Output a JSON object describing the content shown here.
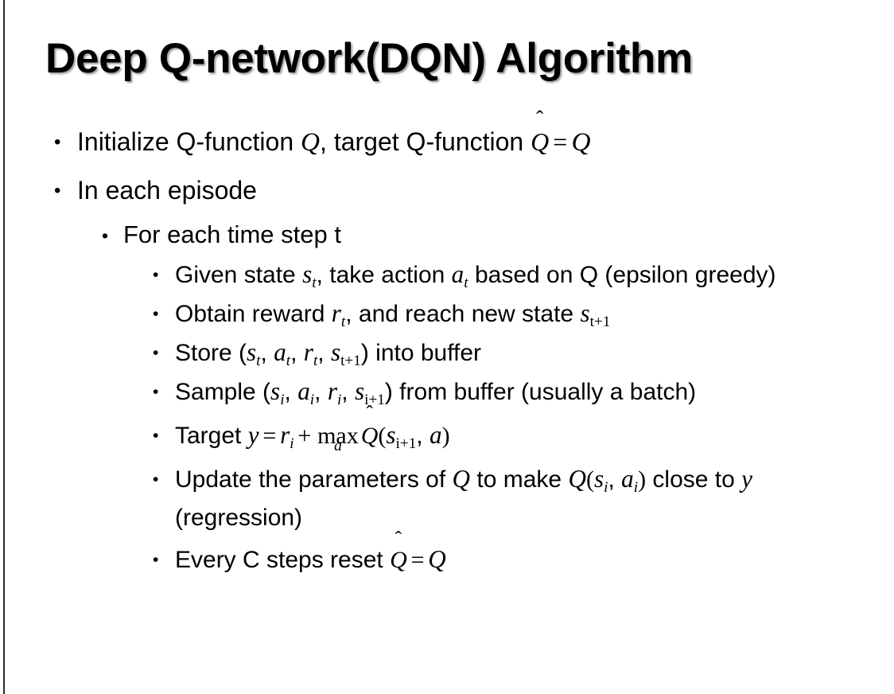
{
  "slide": {
    "title": "Deep Q-network(DQN) Algorithm",
    "background_color": "#ffffff",
    "text_color": "#000000",
    "left_rule_color": "#2b2b2b",
    "bullet_glyph": "•"
  },
  "content": {
    "b1_text_a": "Initialize Q-function ",
    "b1_math_Q1": "Q",
    "b1_text_b": ", target Q-function ",
    "b1_math_Qhat": "Q",
    "b1_hat": "̂",
    "b1_eq": "=",
    "b1_math_Q2": "Q",
    "b2_text": "In each episode",
    "b3_text": "For each time step t",
    "b4_text_a": "Given state ",
    "b4_math_s": "s",
    "b4_sub_s": "t",
    "b4_text_b": ", take action ",
    "b4_math_a": "a",
    "b4_sub_a": "t",
    "b4_text_c": " based on Q (epsilon greedy)",
    "b5_text_a": "Obtain reward ",
    "b5_math_r": "r",
    "b5_sub_r": "t",
    "b5_text_b": ", and reach new state ",
    "b5_math_s": "s",
    "b5_sub_s": "t+1",
    "b6_text_a": "Store (",
    "b6_m1": "s",
    "b6_s1": "t",
    "b6_c1": ", ",
    "b6_m2": "a",
    "b6_s2": "t",
    "b6_c2": ", ",
    "b6_m3": "r",
    "b6_s3": "t",
    "b6_c3": ", ",
    "b6_m4": "s",
    "b6_s4": "t+1",
    "b6_text_b": ") into buffer",
    "b7_text_a": "Sample (",
    "b7_m1": "s",
    "b7_s1": "i",
    "b7_c1": ", ",
    "b7_m2": "a",
    "b7_s2": "i",
    "b7_c2": ", ",
    "b7_m3": "r",
    "b7_s3": "i",
    "b7_c3": ", ",
    "b7_m4": "s",
    "b7_s4": "i+1",
    "b7_text_b": ") from buffer (usually a batch)",
    "b8_text_a": "Target ",
    "b8_y": "y",
    "b8_eq": "=",
    "b8_r": "r",
    "b8_r_sub": "i",
    "b8_plus": "+",
    "b8_max": "max",
    "b8_max_sub": "a",
    "b8_Qhat": "Q",
    "b8_hat": "̂",
    "b8_open": "(",
    "b8_s": "s",
    "b8_s_sub": "i+1",
    "b8_comma": ", ",
    "b8_a": "a",
    "b8_close": ")",
    "b9_text_a": "Update the parameters of ",
    "b9_Q1": "Q",
    "b9_text_b": " to make ",
    "b9_Q2": "Q",
    "b9_open": "(",
    "b9_s": "s",
    "b9_s_sub": "i",
    "b9_comma": ", ",
    "b9_a": "a",
    "b9_a_sub": "i",
    "b9_close": ")",
    "b9_text_c": " close to ",
    "b9_y": "y",
    "b9_text_d": " (regression)",
    "b10_text_a": "Every C steps reset ",
    "b10_Qhat": "Q",
    "b10_hat": "̂",
    "b10_eq": "=",
    "b10_Q": "Q"
  }
}
